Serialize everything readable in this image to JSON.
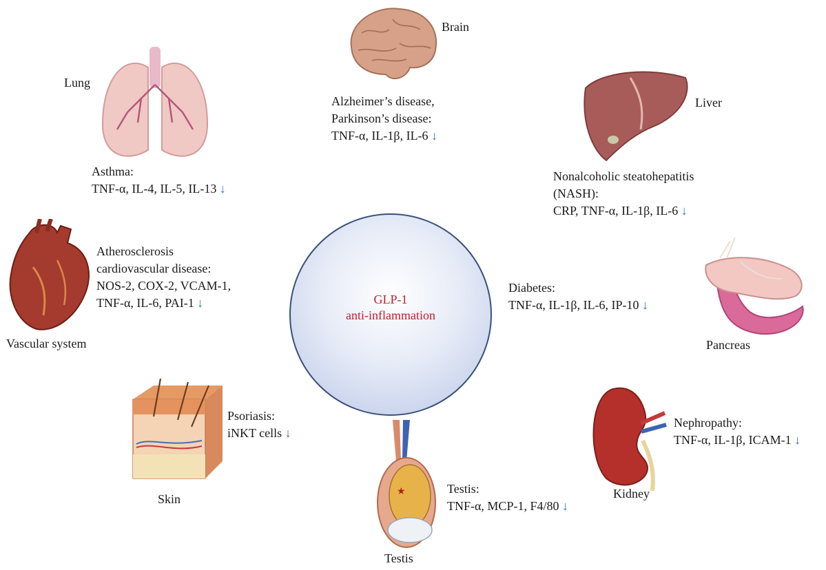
{
  "center": {
    "line1": "GLP-1",
    "line2": "anti-inflammation"
  },
  "organs": {
    "lung": {
      "name": "Lung",
      "disease": "Asthma:",
      "markers": "TNF-α, IL-4, IL-5, IL-13",
      "arrow": "↓"
    },
    "brain": {
      "name": "Brain",
      "disease_line1": "Alzheimer’s disease,",
      "disease_line2": "Parkinson’s disease:",
      "markers": "TNF-α, IL-1β, IL-6",
      "arrow": "↓"
    },
    "liver": {
      "name": "Liver",
      "disease_line1": "Nonalcoholic steatohepatitis",
      "disease_line2": "(NASH):",
      "markers": "CRP, TNF-α, IL-1β, IL-6",
      "arrow": "↓"
    },
    "vascular": {
      "name": "Vascular system",
      "line1": "Atherosclerosis",
      "line2": "cardiovascular disease:",
      "line3": "NOS-2, COX-2, VCAM-1,",
      "line4": "TNF-α, IL-6, PAI-1",
      "arrow": "↓"
    },
    "pancreas": {
      "name": "Pancreas",
      "disease": "Diabetes:",
      "markers": "TNF-α, IL-1β, IL-6, IP-10",
      "arrow": "↓"
    },
    "skin": {
      "name": "Skin",
      "disease": "Psoriasis:",
      "markers": "iNKT cells",
      "arrow": "↓"
    },
    "testis": {
      "name": "Testis",
      "disease": "Testis:",
      "markers": "TNF-α, MCP-1, F4/80",
      "arrow": "↓"
    },
    "kidney": {
      "name": "Kidney",
      "disease": "Nephropathy:",
      "markers": "TNF-α, IL-1β, ICAM-1",
      "arrow": "↓"
    }
  },
  "colors": {
    "center_text": "#c01f2a",
    "arrow": "#2d6fc4",
    "circle_border": "#38507a"
  }
}
